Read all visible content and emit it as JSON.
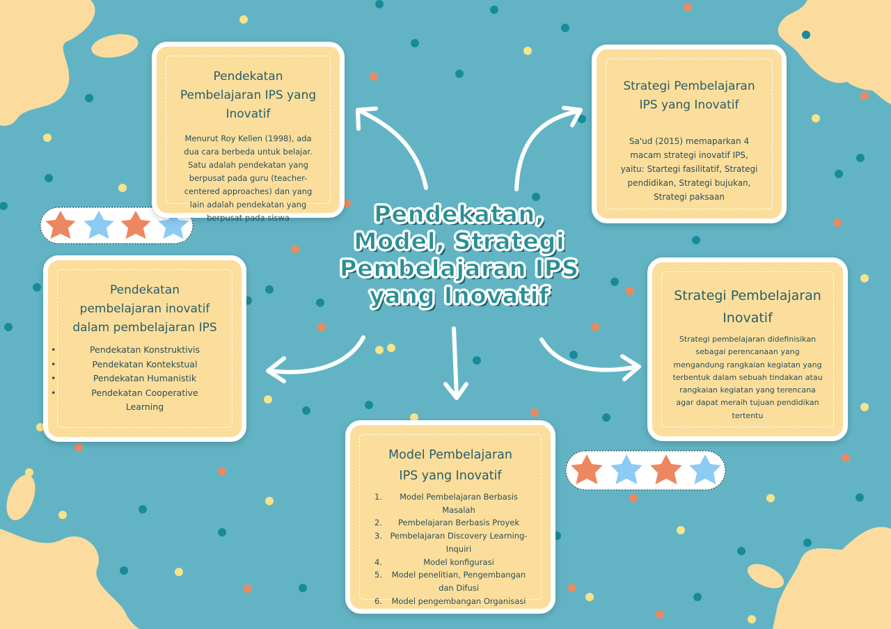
{
  "center": {
    "lines": [
      "Pendekatan,",
      "Model, Strategi",
      "Pembelajaran IPS",
      "yang Inovatif"
    ]
  },
  "cards": {
    "top_left": {
      "title": "Pendekatan Pembelajaran IPS yang Inovatif",
      "body": "Menurut Roy Kellen (1998), ada dua cara berbeda untuk belajar. Satu adalah pendekatan yang berpusat pada guru (teacher-centered approaches) dan yang lain adalah pendekatan yang berpusat pada siswa"
    },
    "top_right": {
      "title": "Strategi Pembelajaran IPS yang Inovatif",
      "body": "Sa'ud (2015) memaparkan 4 macam strategi inovatif IPS, yaitu: Startegi fasilitatif, Strategi pendidikan, Strategi bujukan, Strategi paksaan"
    },
    "middle_left": {
      "title": "Pendekatan pembelajaran inovatif dalam pembelajaran IPS",
      "items": [
        "Pendekatan Konstruktivis",
        "Pendekatan Kontekstual",
        "Pendekatan Humanistik",
        "Pendekatan Cooperative Learning"
      ]
    },
    "middle_right": {
      "title": "Strategi Pembelajaran Inovatif",
      "body": "Strategi pembelajaran didefinisikan sebagai perencanaan yang mengandung rangkaian kegiatan yang terbentuk dalam sebuah tindakan atau rangkaian kegiatan yang terencana agar dapat meraih tujuan pendidikan tertentu"
    },
    "bottom": {
      "title": "Model Pembelajaran IPS yang Inovatif",
      "items": [
        {
          "num": "1.",
          "text": "Model Pembelajaran Berbasis Masalah"
        },
        {
          "num": "2.",
          "text": "Pembelajaran Berbasis Proyek"
        },
        {
          "num": "3.",
          "text": "Pembelajaran Discovery Learning-Inquiri"
        },
        {
          "num": "4.",
          "text": "Model konfigurasi"
        },
        {
          "num": "5.",
          "text": "Model penelitian, Pengembangan dan Difusi"
        },
        {
          "num": "6.",
          "text": "Model pengembangan Organisasi"
        }
      ]
    }
  },
  "colors": {
    "background": "#62b4c4",
    "card": "#fbde9c",
    "splash": "#fbdc9e",
    "dot_teal": "#178b9a",
    "dot_yellow": "#f7e38c",
    "dot_orange": "#e98a63",
    "star_orange": "#ec8760",
    "star_blue": "#8ccbf4"
  }
}
